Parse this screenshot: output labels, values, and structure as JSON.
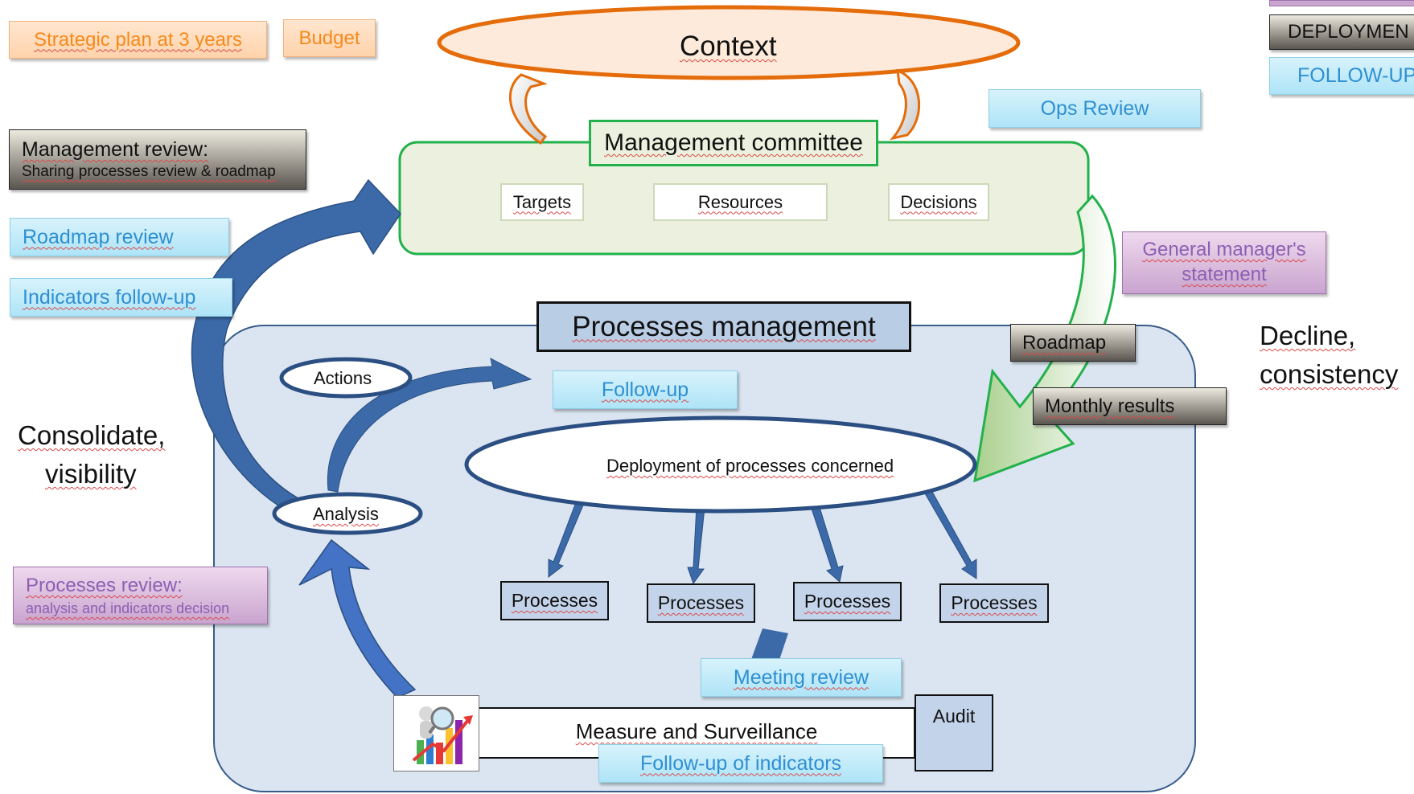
{
  "top_left": {
    "strategic_plan": "Strategic plan at 3 years",
    "budget": "Budget"
  },
  "top_right": {
    "deployment": "DEPLOYMEN",
    "follow_up": "FOLLOW-UP"
  },
  "context": "Context",
  "management_committee": {
    "title": "Management committee",
    "items": [
      "Targets",
      "Resources",
      "Decisions"
    ]
  },
  "ops_review": "Ops Review",
  "management_review": {
    "title": "Management review:",
    "subtitle": "Sharing processes review & roadmap"
  },
  "roadmap_review": "Roadmap review",
  "indicators_follow_up": "Indicators follow-up",
  "general_manager": {
    "line1": "General manager's",
    "line2": "statement"
  },
  "decline": {
    "line1": "Decline,",
    "line2": "consistency"
  },
  "consolidate": {
    "line1": "Consolidate,",
    "line2": "visibility"
  },
  "processes_management": "Processes management",
  "roadmap": "Roadmap",
  "monthly_results": "Monthly results",
  "actions": "Actions",
  "follow_up": "Follow-up",
  "deployment": "Deployment of processes concerned",
  "analysis": "Analysis",
  "processes_review": {
    "title": "Processes review:",
    "subtitle": "analysis and indicators decision"
  },
  "processes": [
    "Processes",
    "Processes",
    "Processes",
    "Processes"
  ],
  "meeting_review": "Meeting review",
  "measure": "Measure and Surveillance",
  "audit": "Audit",
  "follow_up_indicators": "Follow-up of indicators",
  "colors": {
    "orange": "#e46c0a",
    "green": "#22b14c",
    "blue_arrow": "#3c6aa8",
    "panel": "#dbe5f1",
    "purple": "#8c5fb2"
  }
}
